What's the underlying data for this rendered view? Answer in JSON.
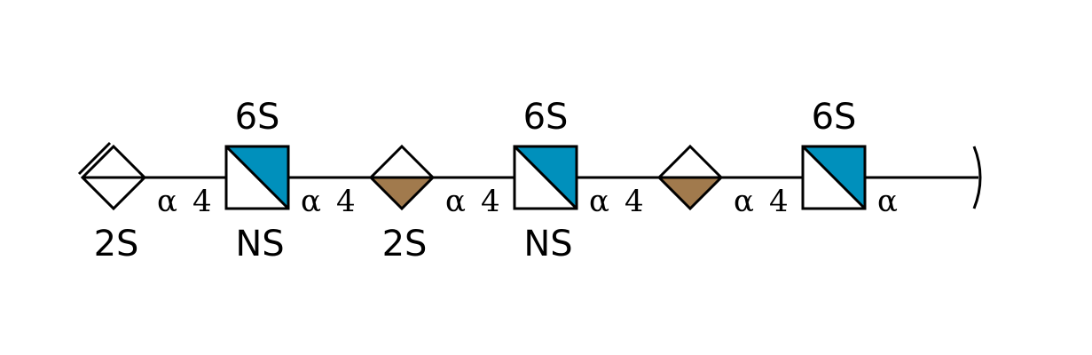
{
  "colors": {
    "line": "#000000",
    "glcn_blue": "#0090BC",
    "idoa_brown": "#A17A4D",
    "background": "#FFFFFF"
  },
  "residues": [
    {
      "id": "r1",
      "shape": "diamond-unsaturated",
      "icon": "unsaturated-uronic-acid-diamond",
      "label_above": "",
      "label_below": "2S"
    },
    {
      "id": "r2",
      "shape": "square-half",
      "icon": "glcn-square",
      "label_above": "6S",
      "label_below": "NS"
    },
    {
      "id": "r3",
      "shape": "diamond-bottom-filled",
      "icon": "idoa-diamond",
      "label_above": "",
      "label_below": "2S"
    },
    {
      "id": "r4",
      "shape": "square-half",
      "icon": "glcn-square",
      "label_above": "6S",
      "label_below": "NS"
    },
    {
      "id": "r5",
      "shape": "diamond-bottom-filled",
      "icon": "idoa-diamond",
      "label_above": "",
      "label_below": ""
    },
    {
      "id": "r6",
      "shape": "square-half",
      "icon": "glcn-square",
      "label_above": "6S",
      "label_below": ""
    }
  ],
  "linkages": [
    {
      "anomer": "α",
      "position": "4"
    },
    {
      "anomer": "α",
      "position": "4"
    },
    {
      "anomer": "α",
      "position": "4"
    },
    {
      "anomer": "α",
      "position": "4"
    },
    {
      "anomer": "α",
      "position": "4"
    }
  ],
  "reducing_end": {
    "anomer": "α",
    "icon": "reducing-end-bracket"
  }
}
